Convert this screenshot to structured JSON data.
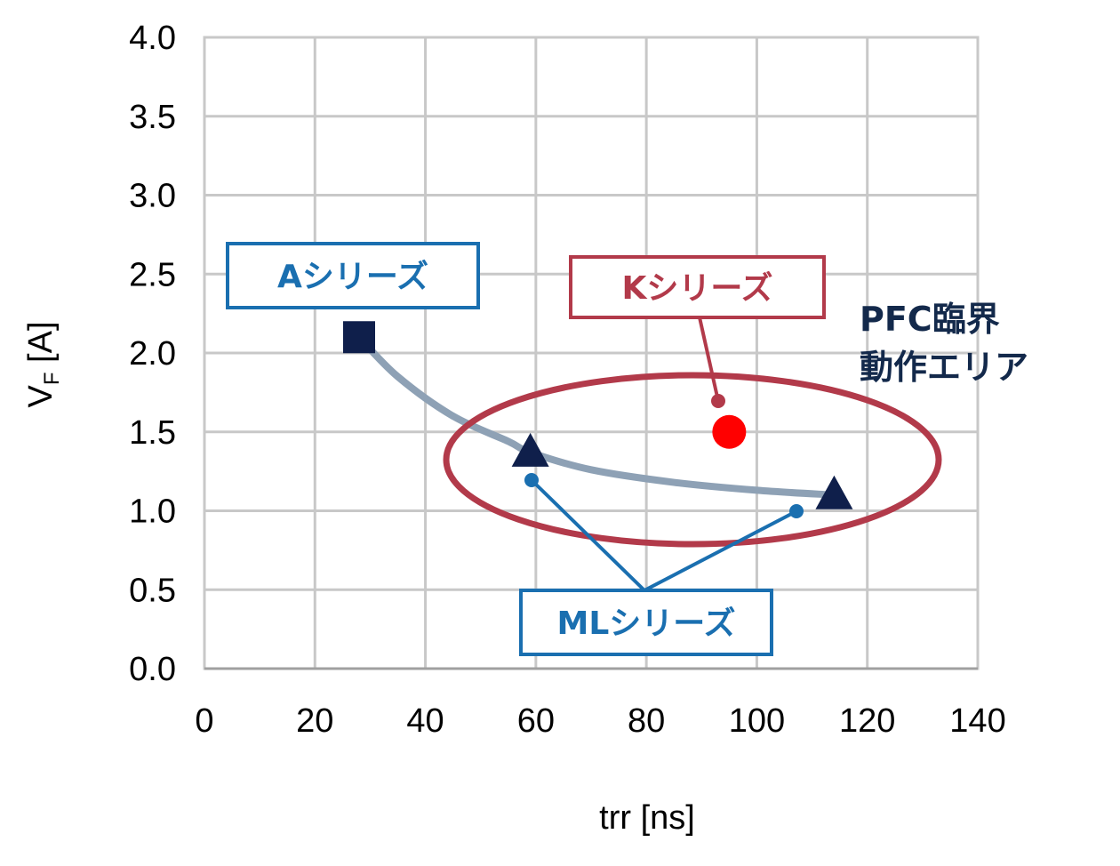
{
  "chart_data": {
    "type": "scatter",
    "xlabel": "trr [ns]",
    "ylabel_main": "V",
    "ylabel_sub": "F",
    "ylabel_unit": " [A]",
    "xlim": [
      0,
      140
    ],
    "ylim": [
      0.0,
      4.0
    ],
    "x_ticks": [
      0,
      20,
      40,
      60,
      80,
      100,
      120,
      140
    ],
    "x_tick_labels": [
      "0",
      "20",
      "40",
      "60",
      "80",
      "100",
      "120",
      "140"
    ],
    "y_ticks": [
      0.0,
      0.5,
      1.0,
      1.5,
      2.0,
      2.5,
      3.0,
      3.5,
      4.0
    ],
    "y_tick_labels": [
      "0.0",
      "0.5",
      "1.0",
      "1.5",
      "2.0",
      "2.5",
      "3.0",
      "3.5",
      "4.0"
    ],
    "grid": true,
    "series": [
      {
        "name": "Aシリーズ",
        "marker": "square",
        "color": "#0f1f4b",
        "points": [
          [
            28,
            2.1
          ]
        ]
      },
      {
        "name": "MLシリーズ",
        "marker": "triangle",
        "color": "#0f1f4b",
        "points": [
          [
            59,
            1.37
          ],
          [
            114,
            1.1
          ]
        ]
      },
      {
        "name": "Kシリーズ",
        "marker": "circle",
        "color": "#ff0000",
        "points": [
          [
            95,
            1.5
          ]
        ]
      }
    ],
    "trend_curve": {
      "color": "#8ea1b5",
      "points": [
        [
          28,
          2.1
        ],
        [
          35,
          1.85
        ],
        [
          45,
          1.6
        ],
        [
          55,
          1.44
        ],
        [
          59,
          1.37
        ],
        [
          70,
          1.26
        ],
        [
          85,
          1.18
        ],
        [
          100,
          1.13
        ],
        [
          114,
          1.1
        ]
      ]
    },
    "annotations": {
      "a_series": {
        "text": "Aシリーズ",
        "color": "#1a6fb0"
      },
      "k_series": {
        "text": "Kシリーズ",
        "color": "#b23a4a"
      },
      "ml_series": {
        "text": "MLシリーズ",
        "color": "#1a6fb0"
      },
      "pfc_line1": "PFC臨界",
      "pfc_line2": "動作エリア",
      "pfc_color": "#b23a4a"
    }
  }
}
